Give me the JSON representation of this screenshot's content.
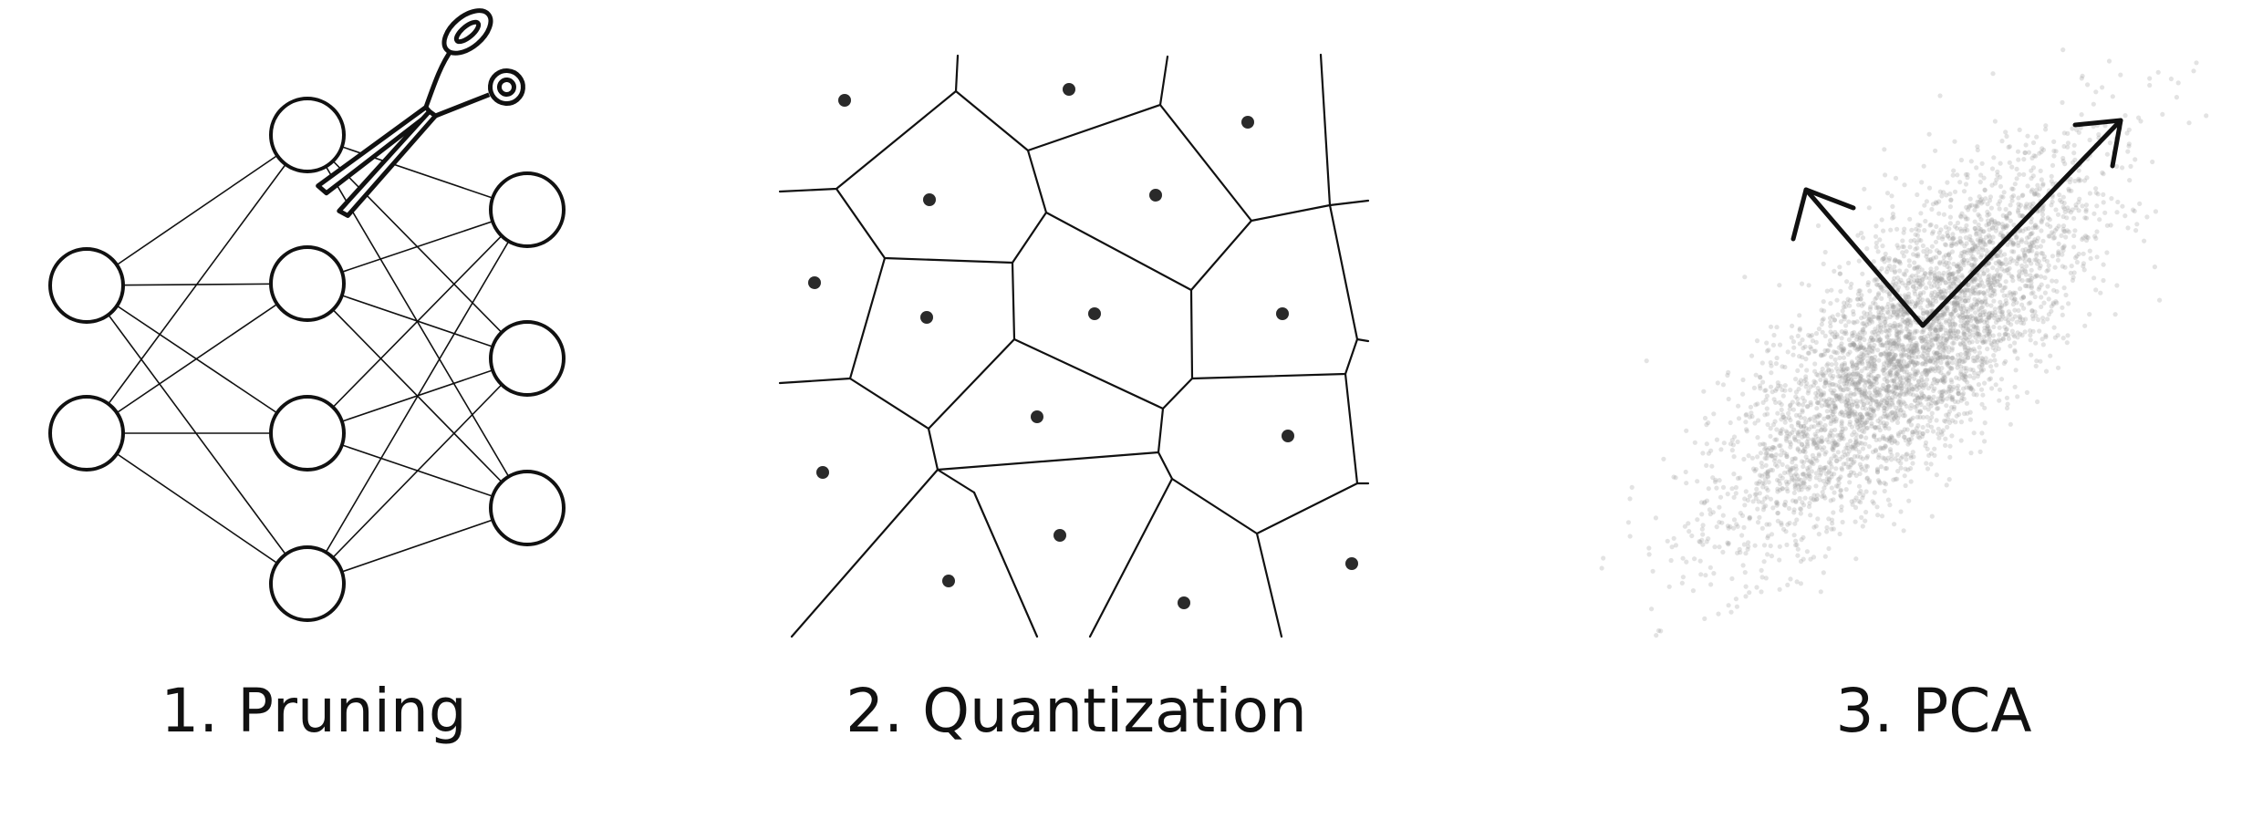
{
  "panels": [
    {
      "id": "pruning",
      "label": "1. Pruning"
    },
    {
      "id": "quantization",
      "label": "2. Quantization"
    },
    {
      "id": "pca",
      "label": "3. PCA"
    }
  ],
  "colors": {
    "stroke": "#111111",
    "node_fill": "#ffffff",
    "centroid": "#2a2a2a",
    "scatter": "#9a9a9a",
    "axes": "#111111"
  },
  "icons": {
    "pruning": "scissors-icon",
    "pca_axes": "principal-axes-arrows"
  }
}
